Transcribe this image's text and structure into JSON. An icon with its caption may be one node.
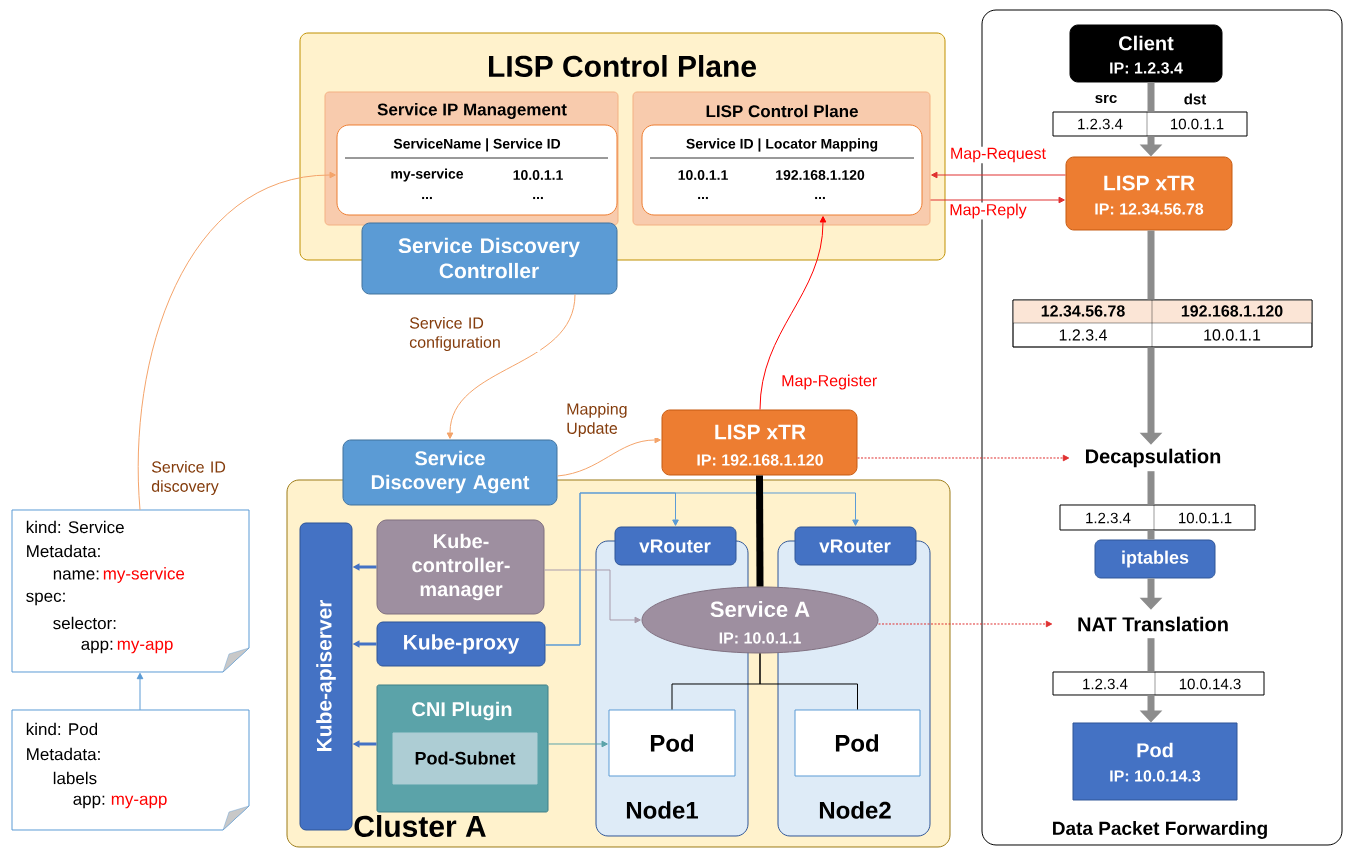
{
  "diagram": {
    "nodes": [
      {
        "text": [
          "LISP Control Plane"
        ]
      },
      {
        "text": [
          "Service IP Management"
        ],
        "in": 0
      },
      {
        "text": [
          "ServiceName | Service ID",
          "my-service",
          "10.0.1.1",
          "...",
          "..."
        ],
        "in": 1
      },
      {
        "text": [
          "LISP Control Plane"
        ],
        "in": 0
      },
      {
        "text": [
          "Service ID | Locator Mapping",
          "10.0.1.1",
          "192.168.1.120",
          "...",
          "..."
        ],
        "in": 3
      },
      {
        "text": [
          "Service Discovery Controller"
        ]
      },
      {
        "text": [
          "Data Packet Forwarding"
        ]
      },
      {
        "text": [
          "Client",
          "IP: 1.2.3.4"
        ],
        "in": 6
      },
      {
        "text": [
          "src",
          "dst",
          "1.2.3.4",
          "10.0.1.1"
        ],
        "in": 6
      },
      {
        "text": [
          "LISP xTR",
          "IP: 12.34.56.78"
        ],
        "in": 6
      },
      {
        "text": [
          "12.34.56.78",
          "192.168.1.120",
          "1.2.3.4",
          "10.0.1.1"
        ],
        "in": 6
      },
      {
        "text": [
          "Decapsulation"
        ],
        "in": 6
      },
      {
        "text": [
          "1.2.3.4",
          "10.0.1.1"
        ],
        "in": 6
      },
      {
        "text": [
          "iptables"
        ],
        "in": 6
      },
      {
        "text": [
          "NAT Translation"
        ],
        "in": 6
      },
      {
        "text": [
          "1.2.3.4",
          "10.0.14.3"
        ],
        "in": 6
      },
      {
        "text": [
          "Pod",
          "IP: 10.0.14.3"
        ],
        "in": 6
      },
      {
        "text": [
          "Service Discovery Agent"
        ]
      },
      {
        "text": [
          "LISP xTR",
          "IP: 192.168.1.120"
        ]
      },
      {
        "text": [
          "Cluster A"
        ]
      },
      {
        "text": [
          "Kube-apiserver"
        ],
        "in": 19
      },
      {
        "text": [
          "Kube-controller-manager"
        ],
        "in": 19
      },
      {
        "text": [
          "Kube-proxy"
        ],
        "in": 19
      },
      {
        "text": [
          "CNI Plugin"
        ],
        "in": 19
      },
      {
        "text": [
          "Pod-Subnet"
        ],
        "in": 23
      },
      {
        "text": [
          "Node1"
        ],
        "in": 19
      },
      {
        "text": [
          "vRouter"
        ],
        "in": 19
      },
      {
        "text": [
          "Pod"
        ],
        "in": 25
      },
      {
        "text": [
          "Node2"
        ],
        "in": 19
      },
      {
        "text": [
          "vRouter"
        ],
        "in": 19
      },
      {
        "text": [
          "Pod"
        ],
        "in": 28
      },
      {
        "text": [
          "Service A",
          "IP: 10.0.1.1"
        ],
        "in": 19
      },
      {
        "text": [
          "kind: Service",
          "Metadata:",
          "name:",
          "my-service",
          "spec:",
          "selector:",
          "app:",
          "my-app"
        ]
      },
      {
        "text": [
          "kind: Pod",
          "Metadata:",
          "labels",
          "app:",
          "my-app"
        ]
      }
    ],
    "edges": [
      {
        "from": 32,
        "to": 2,
        "arrow": "to",
        "label": "Service ID discovery",
        "color": "#f4a46a"
      },
      {
        "from": 5,
        "to": 17,
        "arrow": "to",
        "label": "Service ID configuration",
        "color": "#f4a46a"
      },
      {
        "from": 17,
        "to": 18,
        "arrow": "to",
        "label": "Mapping Update",
        "color": "#f4a46a"
      },
      {
        "from": 18,
        "to": 4,
        "arrow": "to",
        "label": "Map-Register",
        "color": "#ff0000"
      },
      {
        "from": 9,
        "to": 3,
        "arrow": "to",
        "label": "Map-Request",
        "color": "#e03030"
      },
      {
        "from": 3,
        "to": 9,
        "arrow": "to",
        "label": "Map-Reply",
        "color": "#e03030"
      },
      {
        "from": 18,
        "to": 11,
        "arrow": "to",
        "style": "dashed",
        "color": "#e03030"
      },
      {
        "from": 31,
        "to": 14,
        "arrow": "to",
        "style": "dashed",
        "color": "#e03030"
      },
      {
        "from": 33,
        "to": 32,
        "arrow": "to",
        "color": "#5b9bd5"
      },
      {
        "from": 21,
        "to": 20,
        "arrow": "to",
        "color": "#4472c4"
      },
      {
        "from": 22,
        "to": 20,
        "arrow": "to",
        "color": "#4472c4"
      },
      {
        "from": 23,
        "to": 20,
        "arrow": "to",
        "color": "#4472c4"
      },
      {
        "from": 21,
        "to": 31,
        "arrow": "to",
        "color": "#a89bab"
      },
      {
        "from": 22,
        "to": 26,
        "arrow": "to",
        "color": "#5b9bd5"
      },
      {
        "from": 22,
        "to": 29,
        "arrow": "to",
        "color": "#5b9bd5"
      },
      {
        "from": 23,
        "to": 27,
        "arrow": "to",
        "color": "#5ba3a9"
      },
      {
        "from": 18,
        "to": 31,
        "arrow": "none",
        "style": "thick",
        "color": "#000000"
      },
      {
        "from": 31,
        "to": 27,
        "arrow": "none",
        "color": "#000000"
      },
      {
        "from": 31,
        "to": 30,
        "arrow": "none",
        "color": "#000000"
      },
      {
        "from": 7,
        "to": 8,
        "arrow": "none",
        "style": "thick",
        "color": "#8c8c8c"
      },
      {
        "from": 8,
        "to": 9,
        "arrow": "to",
        "style": "thick",
        "color": "#8c8c8c"
      },
      {
        "from": 9,
        "to": 10,
        "arrow": "none",
        "style": "thick",
        "color": "#8c8c8c"
      },
      {
        "from": 10,
        "to": 11,
        "arrow": "to",
        "style": "thick",
        "color": "#8c8c8c"
      },
      {
        "from": 11,
        "to": 12,
        "arrow": "none",
        "style": "thick",
        "color": "#8c8c8c"
      },
      {
        "from": 12,
        "to": 13,
        "arrow": "none",
        "style": "thick",
        "color": "#8c8c8c"
      },
      {
        "from": 13,
        "to": 14,
        "arrow": "to",
        "style": "thick",
        "color": "#8c8c8c"
      },
      {
        "from": 14,
        "to": 15,
        "arrow": "none",
        "style": "thick",
        "color": "#8c8c8c"
      },
      {
        "from": 15,
        "to": 16,
        "arrow": "to",
        "style": "thick",
        "color": "#8c8c8c"
      }
    ]
  }
}
